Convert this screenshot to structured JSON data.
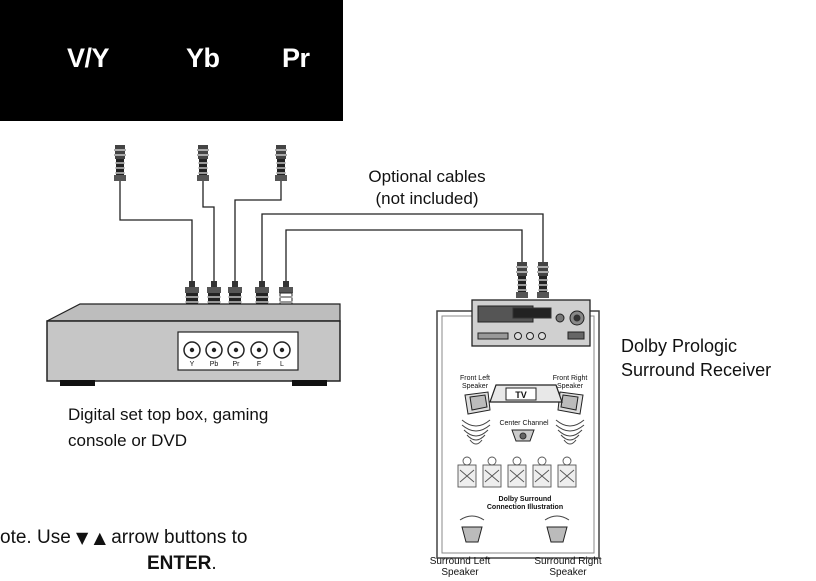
{
  "panel": {
    "labels": [
      "V/Y",
      "Yb",
      "Pr"
    ]
  },
  "cables_note": {
    "line1": "Optional cables",
    "line2": "(not included)"
  },
  "source_device": {
    "caption_line1": "Digital set top box, gaming",
    "caption_line2": "console or DVD",
    "jack_labels": [
      "Y",
      "Pb",
      "Pr",
      "F",
      "L"
    ]
  },
  "receiver": {
    "caption_line1": "Dolby Prologic",
    "caption_line2": "Surround Receiver"
  },
  "illustration": {
    "front_left": "Front Left Speaker",
    "front_right": "Front Right Speaker",
    "tv": "TV",
    "center": "Center Channel",
    "title_line1": "Dolby Surround",
    "title_line2": "Connection Illustration",
    "surround_left_line1": "Surround Left",
    "surround_left_line2": "Speaker",
    "surround_right_line1": "Surround Right",
    "surround_right_line2": "Speaker"
  },
  "instruction": {
    "part1": "ote. Use",
    "down_arrow": "▼",
    "up_arrow": "▲",
    "part2": "arrow buttons to",
    "enter": "ENTER",
    "period": "."
  }
}
